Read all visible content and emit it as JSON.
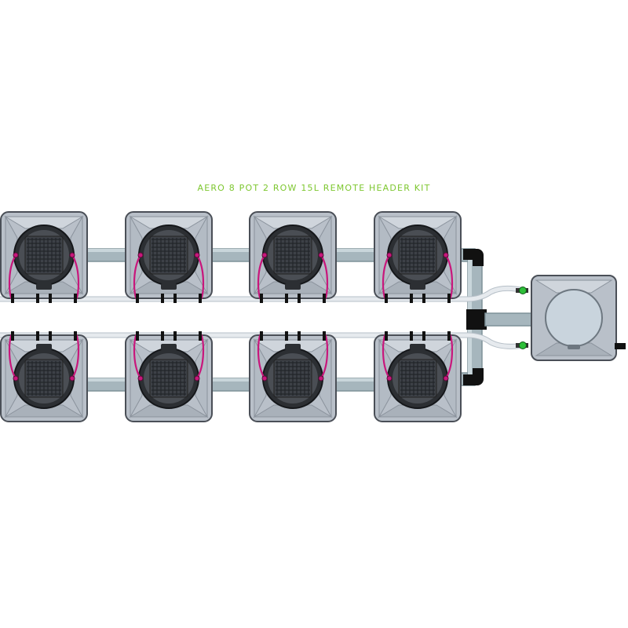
{
  "title": "AERO 8 POT 2 ROW 15L REMOTE HEADER KIT",
  "colors": {
    "title": "#7dc72f",
    "pot_body": "#b9c0c9",
    "pot_face": "#9ea6b0",
    "pot_edge": "#4a4f57",
    "lid": "#2c2f33",
    "mesh": "#3d4147",
    "pipe": "#a6b6bd",
    "pipe_shade": "#7e9299",
    "hose": "#e6eaee",
    "fitting": "#111111",
    "drip_line": "#c8177c",
    "valve": "#2fbf3a",
    "tank_lid": "#c9d4dd"
  },
  "layout": {
    "rows": 2,
    "pots_per_row": 4,
    "pot_components": [
      "pot",
      "lid",
      "mesh-basket",
      "drip-ring"
    ],
    "header_tank_components": [
      "tank",
      "tank-lid",
      "valve",
      "valve"
    ]
  }
}
